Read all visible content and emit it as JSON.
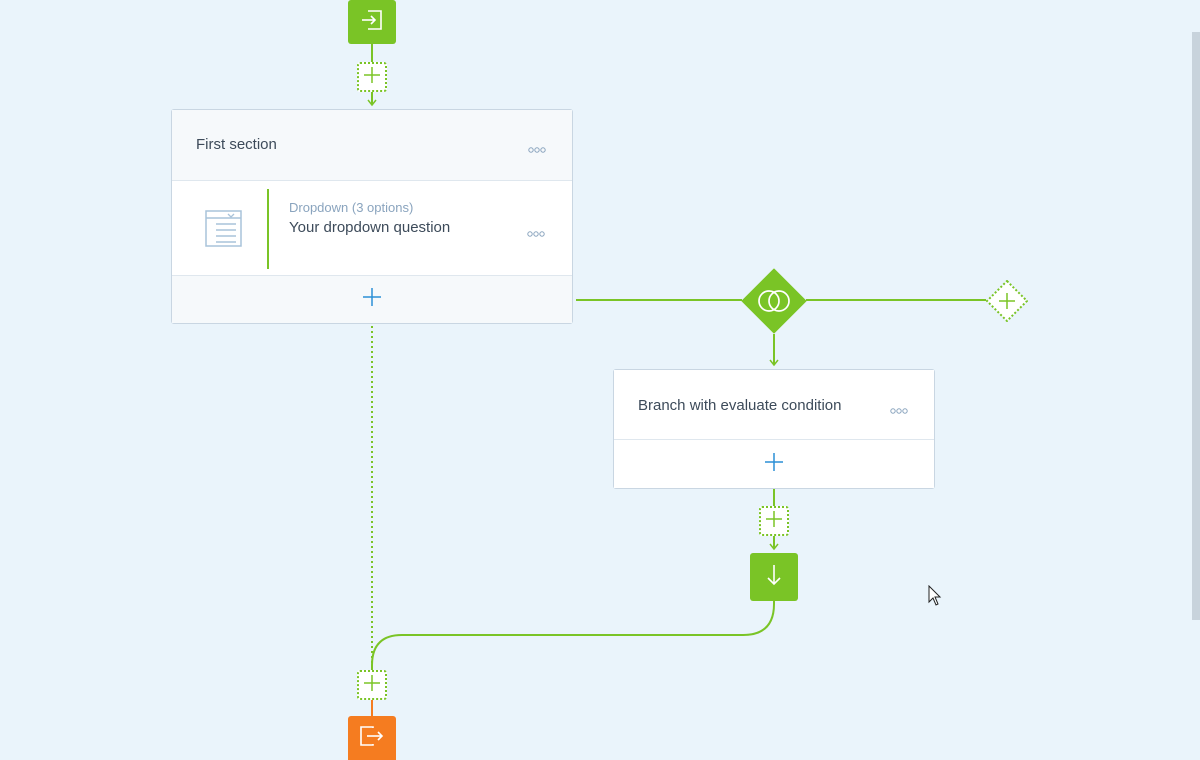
{
  "section": {
    "title": "First section",
    "question": {
      "type_label": "Dropdown (3 options)",
      "title": "Your dropdown question"
    }
  },
  "branch": {
    "title": "Branch with evaluate condition"
  },
  "icons": {
    "start": "sign-in-icon",
    "end": "sign-out-icon",
    "branch": "intersect-circles-icon",
    "jump": "arrow-down-icon",
    "add": "plus-icon",
    "more": "more-dots-icon",
    "dropdown": "dropdown-list-icon"
  },
  "colors": {
    "background": "#eaf4fb",
    "green": "#7ac426",
    "orange": "#f57c20",
    "add_blue": "#2b8fd6"
  }
}
